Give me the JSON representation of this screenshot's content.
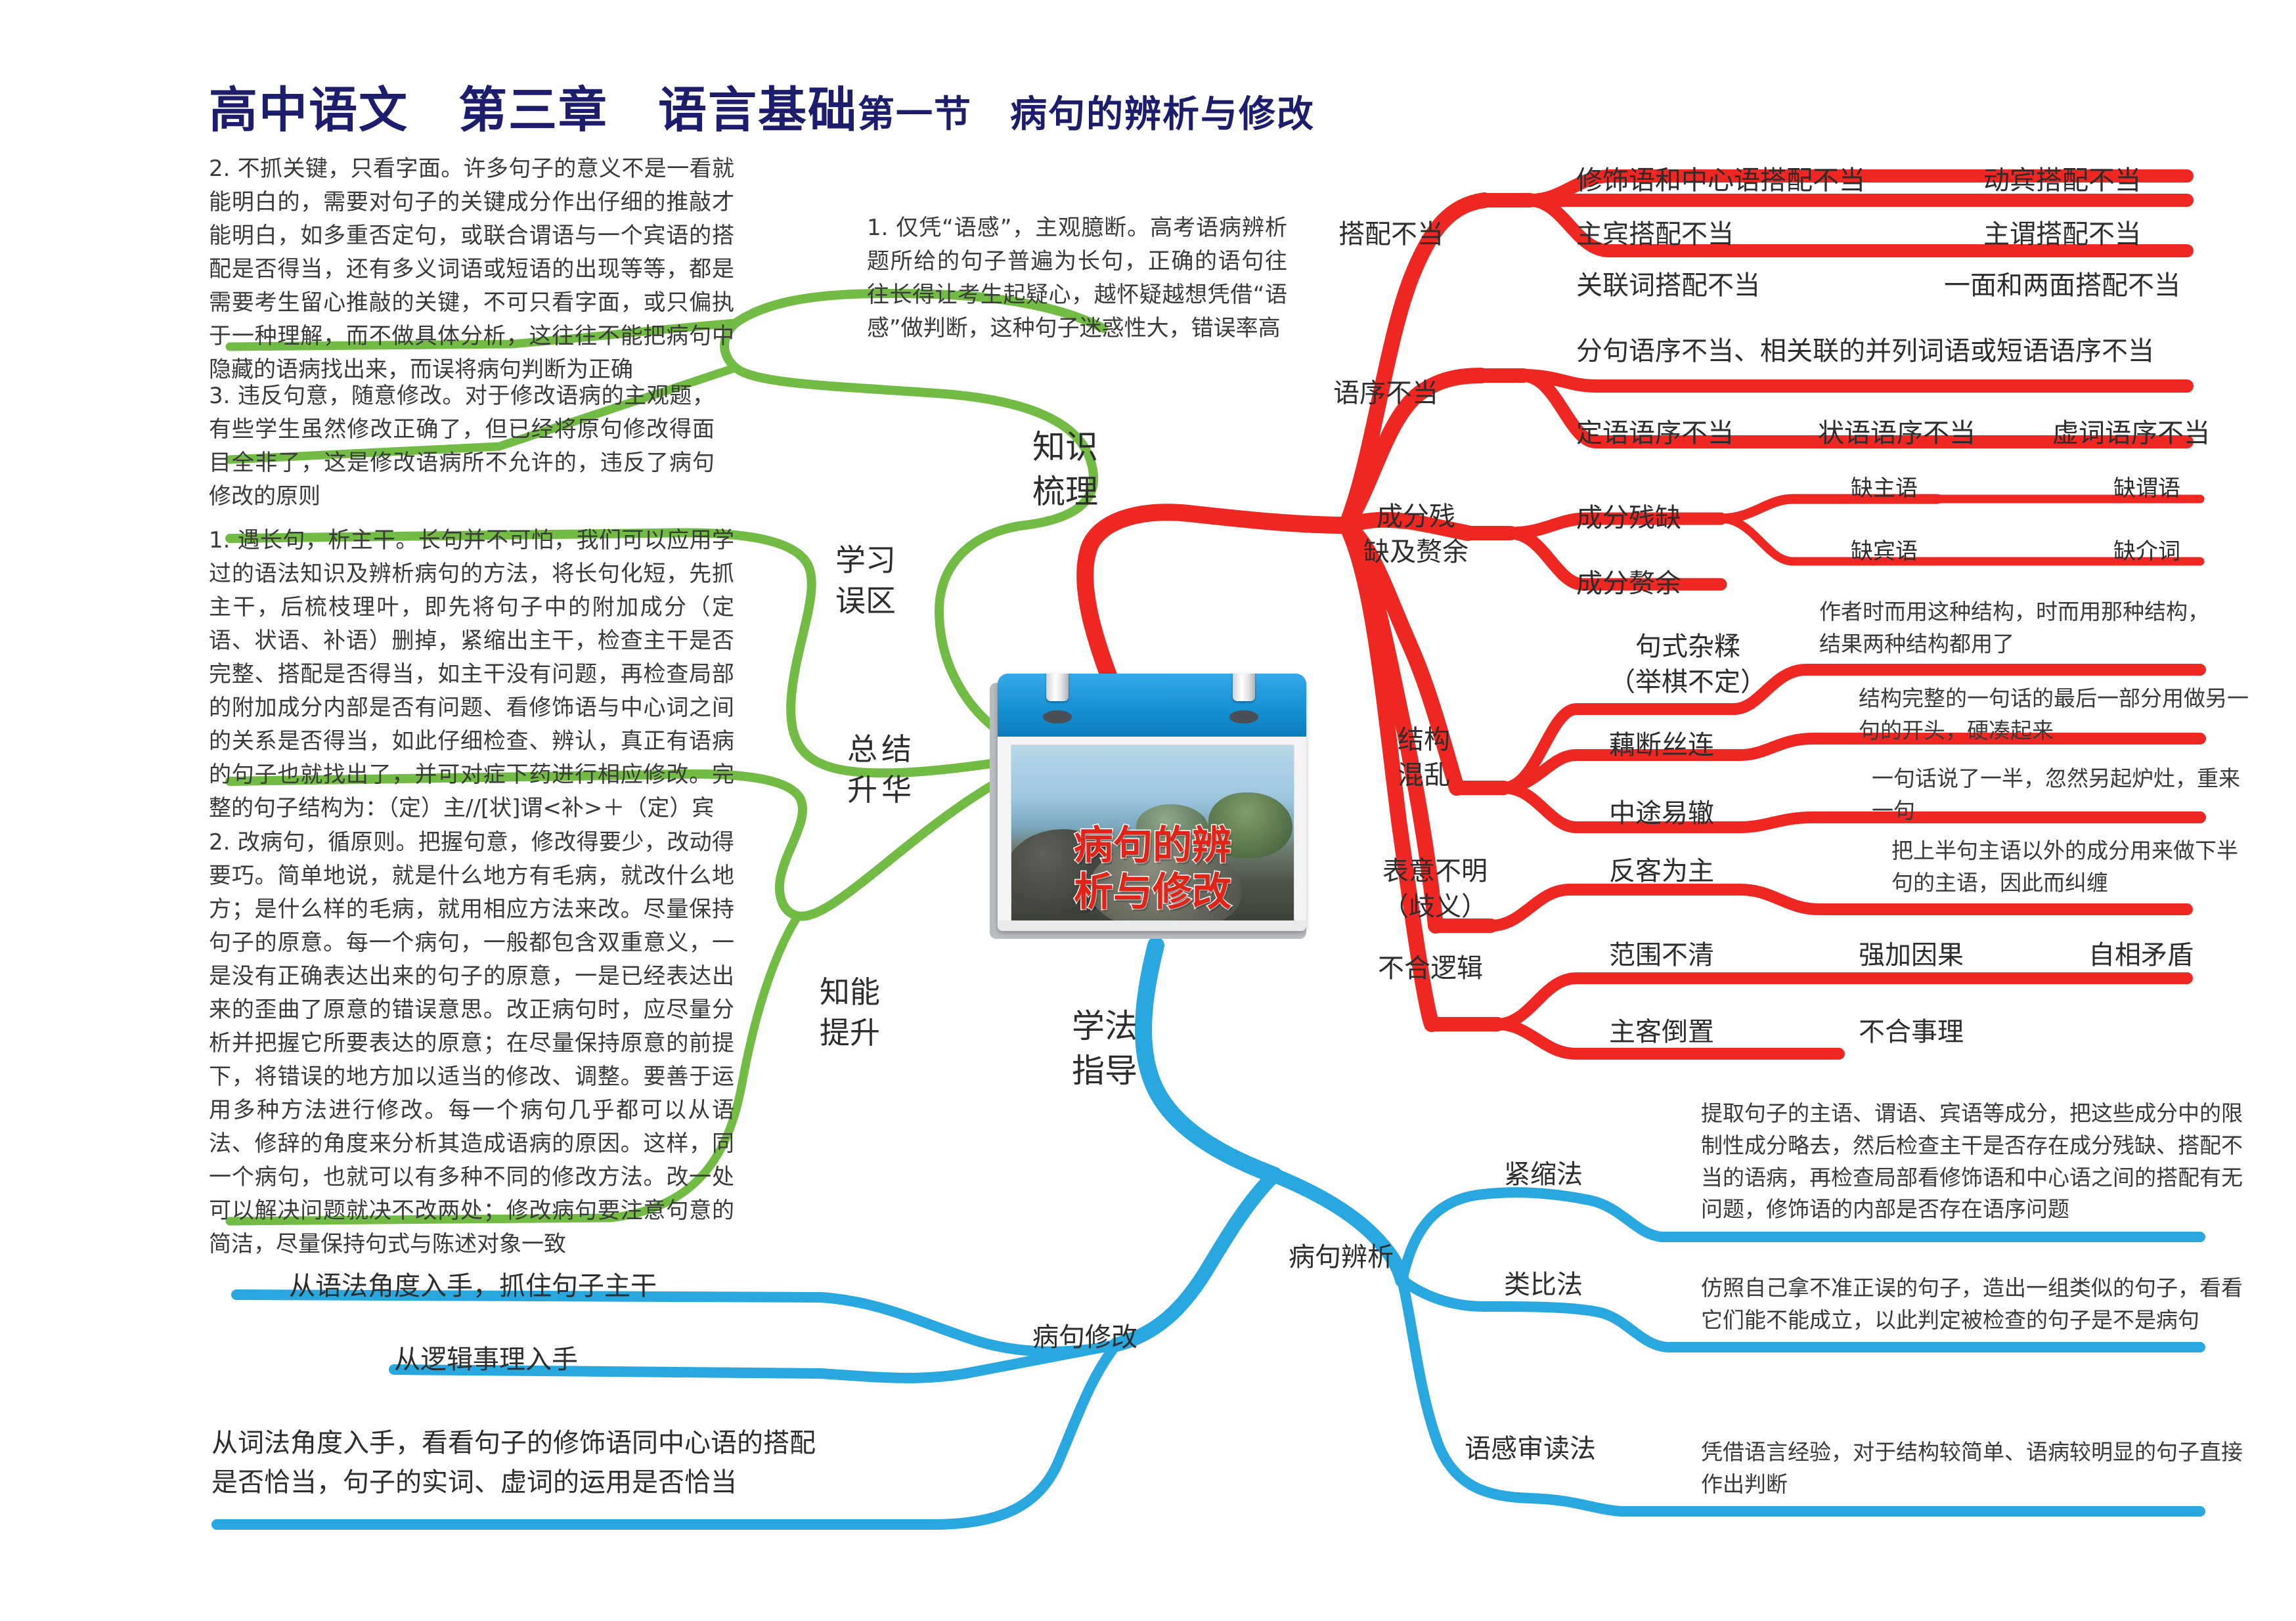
{
  "title": {
    "main": "高中语文　第三章　语言基础",
    "sub": "第一节　病句的辨析与修改"
  },
  "center": {
    "card_title": "病句的辨\n析与修改"
  },
  "branches": {
    "knowledge": "知识\n梳理",
    "study_method": "学法\n指导",
    "learning_pitfalls": "学习\n误区",
    "summary": "总结\n升华",
    "ability": "知能\n提升"
  },
  "pitfall_notes": [
    "1. 仅凭“语感”，主观臆断。高考语病辨析题所给的句子普遍为长句，正确的语句往往长得让考生起疑心，越怀疑越想凭借“语感”做判断，这种句子迷惑性大，错误率高",
    "2. 不抓关键，只看字面。许多句子的意义不是一看就能明白的，需要对句子的关键成分作出仔细的推敲才能明白，如多重否定句，或联合谓语与一个宾语的搭配是否得当，还有多义词语或短语的出现等等，都是需要考生留心推敲的关键，不可只看字面，或只偏执于一种理解，而不做具体分析，这往往不能把病句中隐藏的语病找出来，而误将病句判断为正确",
    "3. 违反句意，随意修改。对于修改语病的主观题，有些学生虽然修改正确了，但已经将原句修改得面目全非了，这是修改语病所不允许的，违反了病句修改的原则"
  ],
  "ability_notes": [
    "1. 遇长句，析主干。长句并不可怕，我们可以应用学过的语法知识及辨析病句的方法，将长句化短，先抓主干，后梳枝理叶，即先将句子中的附加成分（定语、状语、补语）删掉，紧缩出主干，检查主干是否完整、搭配是否得当，如主干没有问题，再检查局部的附加成分内部是否有问题、看修饰语与中心词之间的关系是否得当，如此仔细检查、辨认，真正有语病的句子也就找出了，并可对症下药进行相应修改。完整的句子结构为：（定）主//[状]谓<补>＋（定）宾",
    "2. 改病句，循原则。把握句意，修改得要少，改动得要巧。简单地说，就是什么地方有毛病，就改什么地方；是什么样的毛病，就用相应方法来改。尽量保持句子的原意。每一个病句，一般都包含双重意义，一是没有正确表达出来的句子的原意，一是已经表达出来的歪曲了原意的错误意思。改正病句时，应尽量分析并把握它所要表达的原意；在尽量保持原意的前提下，将错误的地方加以适当的修改、调整。要善于运用多种方法进行修改。每一个病句几乎都可以从语法、修辞的角度来分析其造成语病的原因。这样，同一个病句，也就可以有多种不同的修改方法。改一处可以解决问题就决不改两处；修改病句要注意句意的简洁，尽量保持句式与陈述对象一致"
  ],
  "knowledge_items": [
    {
      "name": "搭配不当",
      "children": [
        "修饰语和中心语搭配不当",
        "动宾搭配不当",
        "主宾搭配不当",
        "主谓搭配不当",
        "关联词搭配不当",
        "一面和两面搭配不当"
      ]
    },
    {
      "name": "语序不当",
      "children": [
        "分句语序不当、相关联的并列词语或短语语序不当",
        "定语语序不当",
        "状语语序不当",
        "虚词语序不当"
      ]
    },
    {
      "name": "成分残\n缺及赘余",
      "children": [
        "成分残缺",
        "成分赘余"
      ],
      "grandchildren": [
        "缺主语",
        "缺谓语",
        "缺宾语",
        "缺介词"
      ]
    },
    {
      "name": "结构\n混乱",
      "children": [
        {
          "label": "句式杂糅\n（举棋不定）",
          "desc": "作者时而用这种结构，时而用那种结构，结果两种结构都用了"
        },
        {
          "label": "藕断丝连",
          "desc": "结构完整的一句话的最后一部分用做另一句的开头，硬凑起来"
        },
        {
          "label": "中途易辙",
          "desc": "一句话说了一半，忽然另起炉灶，重来一句"
        }
      ]
    },
    {
      "name": "表意不明\n（歧义）",
      "children": [
        {
          "label": "反客为主",
          "desc": "把上半句主语以外的成分用来做下半句的主语，因此而纠缠"
        }
      ]
    },
    {
      "name": "不合逻辑",
      "children": [
        "范围不清",
        "强加因果",
        "自相矛盾",
        "主客倒置",
        "不合事理"
      ]
    }
  ],
  "method_items": {
    "identify": {
      "name": "病句辨析",
      "children": [
        {
          "label": "紧缩法",
          "desc": "提取句子的主语、谓语、宾语等成分，把这些成分中的限制性成分略去，然后检查主干是否存在成分残缺、搭配不当的语病，再检查局部看修饰语和中心语之间的搭配有无问题，修饰语的内部是否存在语序问题"
        },
        {
          "label": "类比法",
          "desc": "仿照自己拿不准正误的句子，造出一组类似的句子，看看它们能不能成立，以此判定被检查的句子是不是病句"
        },
        {
          "label": "语感审读法",
          "desc": "凭借语言经验，对于结构较简单、语病较明显的句子直接作出判断"
        }
      ]
    },
    "revise": {
      "name": "病句修改",
      "children": [
        "从语法角度入手，抓住句子主干",
        "从逻辑事理入手",
        "从词法角度入手，看看句子的修饰语同中心语的搭配是否恰当，句子的实词、虚词的运用是否恰当"
      ]
    }
  },
  "colors": {
    "red": "#ee2722",
    "green": "#72bb44",
    "blue": "#29a8e0",
    "title": "#1d1d6e",
    "text": "#2d2d2d"
  }
}
